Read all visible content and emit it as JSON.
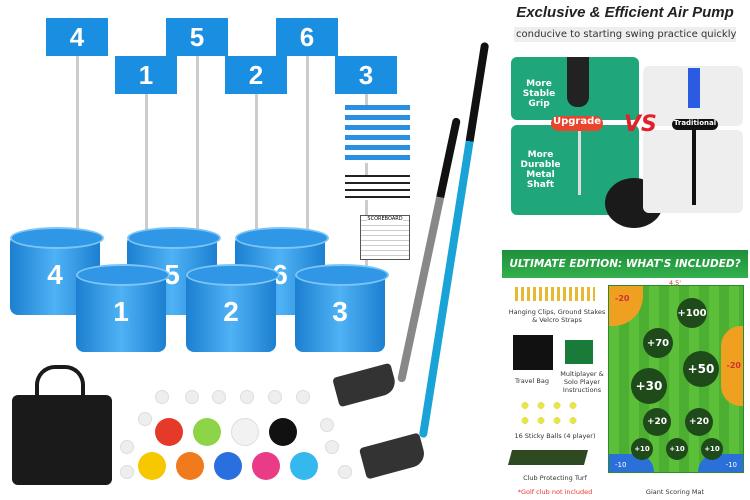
{
  "flags": [
    "4",
    "5",
    "6",
    "1",
    "2",
    "3"
  ],
  "buckets": [
    "4",
    "5",
    "6",
    "1",
    "2",
    "3"
  ],
  "scoreboard": "SCOREBOARD",
  "pump": {
    "title": "Exclusive & Efficient Air Pump",
    "subtitle": "conducive to starting swing practice quickly",
    "grip": "More Stable Grip",
    "shaft": "More Durable Metal Shaft",
    "upgrade": "Upgrade",
    "vs": "VS",
    "traditional": "Traditional"
  },
  "included": {
    "title": "ULTIMATE EDITION: WHAT'S INCLUDED?",
    "clips": "Hanging Clips, Ground Stakes & Velcro Straps",
    "bag": "Travel Bag",
    "instructions": "Multiplayer & Solo Player Instructions",
    "balls": "16 Sticky Balls (4 player)",
    "turf": "Club Protecting Turf",
    "note": "*Golf club not included",
    "mat_label": "Giant Scoring Mat",
    "width": "4.5'",
    "scores": [
      "+100",
      "+70",
      "+50",
      "+30",
      "+20",
      "+20",
      "+10",
      "+10",
      "+10",
      "-20",
      "-20",
      "-10",
      "-10"
    ]
  },
  "colors": {
    "flag": "#1a8ee0",
    "green": "#1fa67a",
    "header": "#1f8f3a",
    "upgrade": "#e8452c"
  }
}
